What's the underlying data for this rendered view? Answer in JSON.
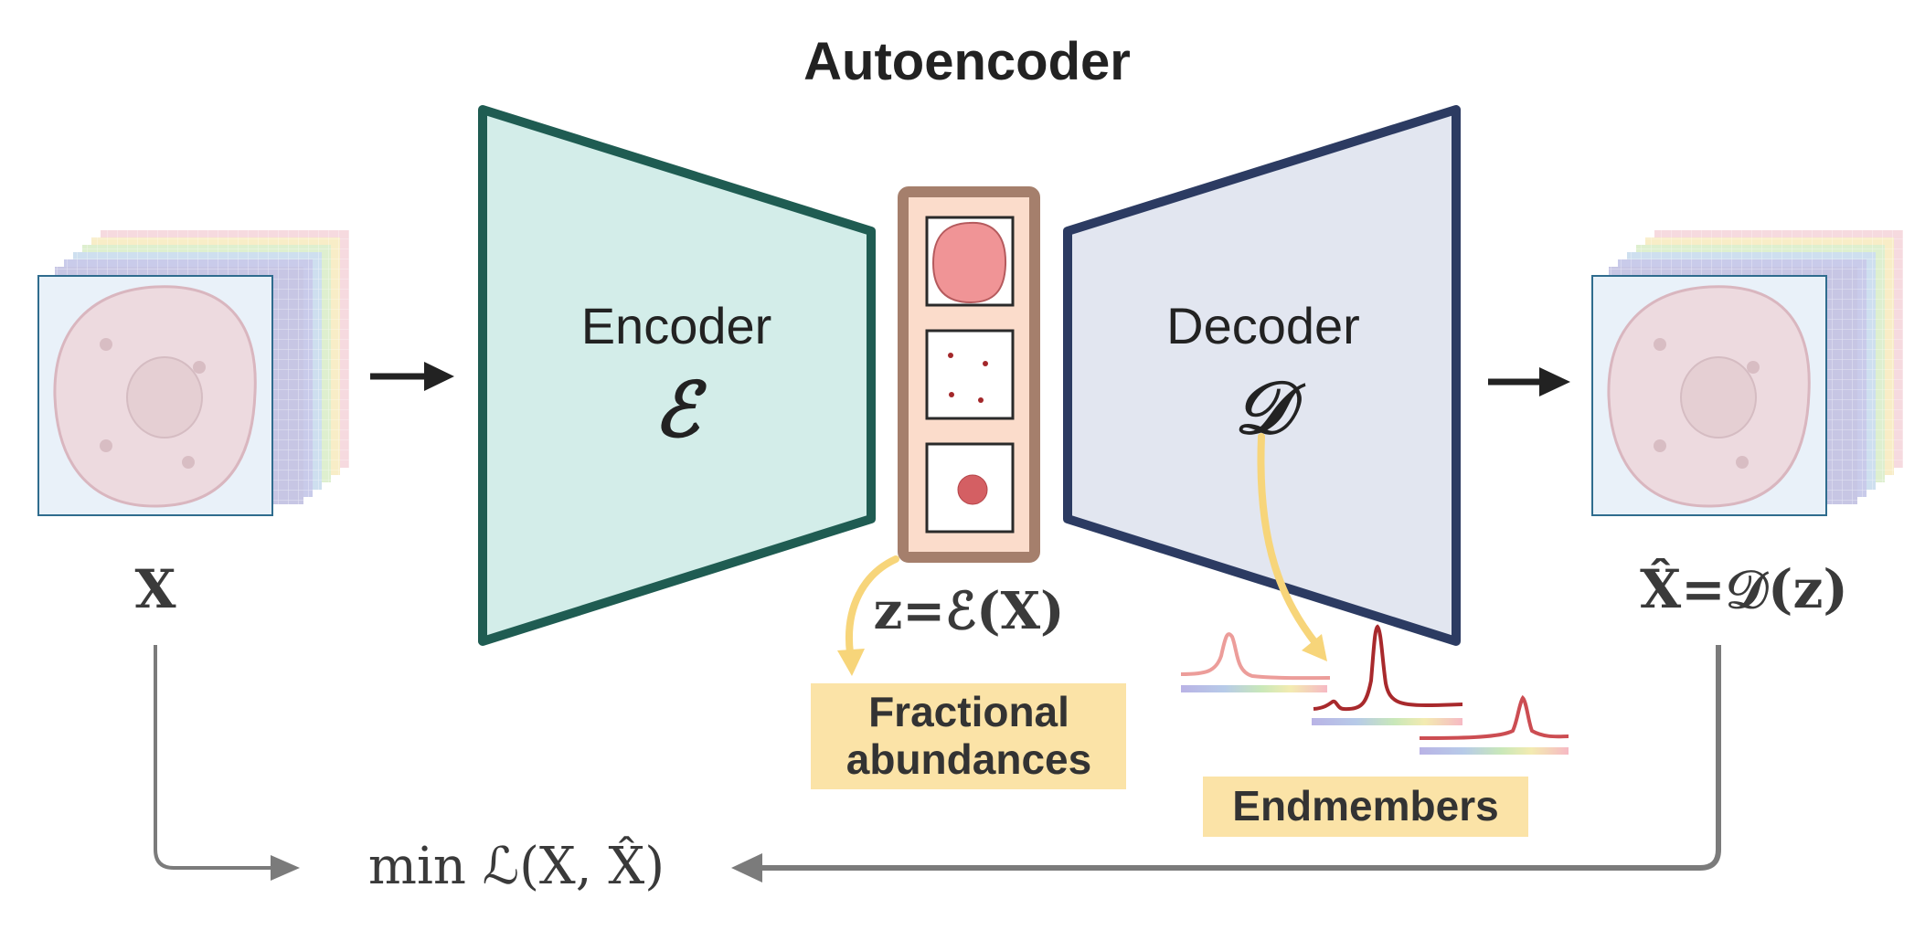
{
  "title": "Autoencoder",
  "input": {
    "label": "X"
  },
  "encoder": {
    "label": "Encoder",
    "symbol": "ℰ"
  },
  "decoder": {
    "label": "Decoder",
    "symbol": "𝒟"
  },
  "latent": {
    "label": "z=ℰ(X)"
  },
  "output": {
    "label": "X̂=𝒟(z)"
  },
  "fractional_abundances": {
    "line1": "Fractional",
    "line2": "abundances"
  },
  "endmembers": {
    "label": "Endmembers"
  },
  "loss": {
    "label": "min ℒ(X, X̂)"
  },
  "colors": {
    "encoder_fill": "#d3ede9",
    "encoder_stroke": "#1f5c52",
    "decoder_fill": "#e2e6f0",
    "decoder_stroke": "#2c3b62",
    "latent_frame": "#a57f6c",
    "latent_fill": "#fbdccb",
    "callout_fill": "#fbe3a7",
    "curve_arrow": "#f7d57a",
    "loss_arrow": "#7b7b7b",
    "cell_fill": "#eddadf",
    "spectrum_light": "#ec9d9a",
    "spectrum_dark": "#a8292c"
  }
}
